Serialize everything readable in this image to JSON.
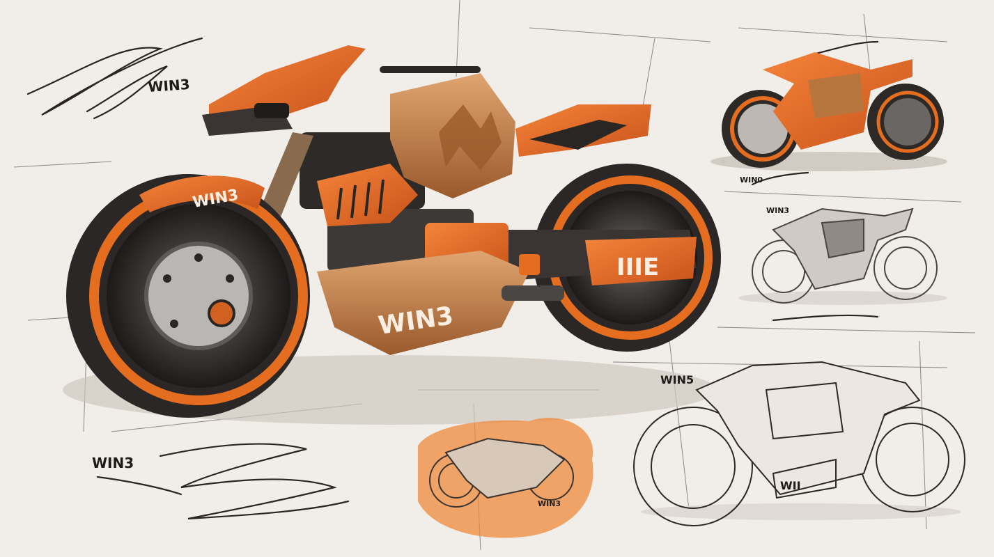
{
  "scene": {
    "description_free": true,
    "labels": {
      "top_left": "WIN3",
      "bottom_left": "WIN3",
      "main_tank_decal": "WIN3",
      "main_fender_decal": "WIN3",
      "swingarm_decal": "IIIE",
      "top_right_caption": "WIN0",
      "middle_right_caption": "WIN3",
      "bottom_right_caption": "WIN5",
      "bottom_right_decal": "WII",
      "bottom_center_caption": "WIN3"
    }
  },
  "colors": {
    "paper": "#f1ede8",
    "orange": "#e46d1f",
    "orange_light": "#f29a55",
    "bronze": "#b8763f",
    "tan": "#d9a477",
    "dark": "#2a2624",
    "steel": "#8a8785",
    "ink": "#1e1a18",
    "splash": "#ef8a3c"
  }
}
